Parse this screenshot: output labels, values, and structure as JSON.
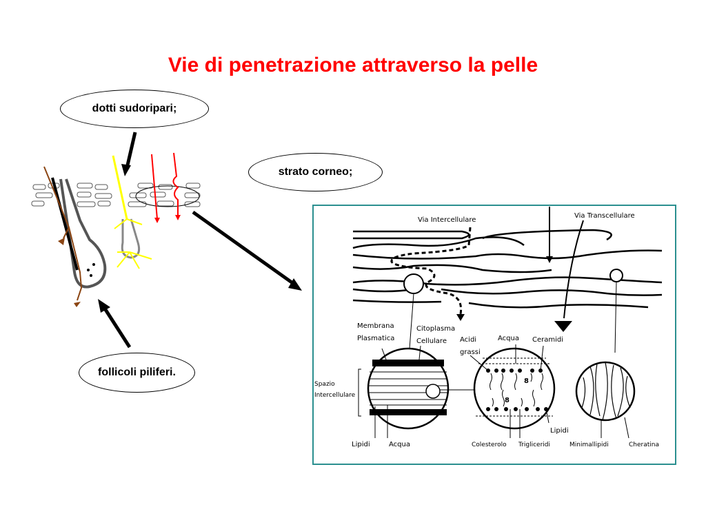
{
  "title": "Vie di penetrazione attraverso la pelle",
  "callouts": {
    "dotti": "dotti sudoripari;",
    "strato": "strato corneo;",
    "follicoli": "follicoli piliferi."
  },
  "panel": {
    "via_intercellulare": "Via Intercellulare",
    "via_transcellulare": "Via Transcellulare",
    "membrana_1": "Membrana",
    "membrana_2": "Plasmatica",
    "citoplasma_1": "Citoplasma",
    "citoplasma_2": "Cellulare",
    "acidi_1": "Acidi",
    "acidi_2": "grassi",
    "acqua_top": "Acqua",
    "ceramidi": "Ceramidi",
    "spazio_1": "Spazio",
    "spazio_2": "Intercellulare",
    "lipidi_mid": "Lipidi",
    "lipidi_bottom": "Lipidi",
    "acqua_bottom": "Acqua",
    "colesterolo": "Colesterolo",
    "trigliceridi": "Trigliceridi",
    "minimallipidi": "Minimallipidi",
    "cheratina": "Cheratina"
  },
  "colors": {
    "title": "#ff0000",
    "panel_border": "#2a8f8f",
    "sweat_duct": "#ffff00",
    "transcellular_arrow": "#ff0000",
    "hair": "#8b4513"
  }
}
